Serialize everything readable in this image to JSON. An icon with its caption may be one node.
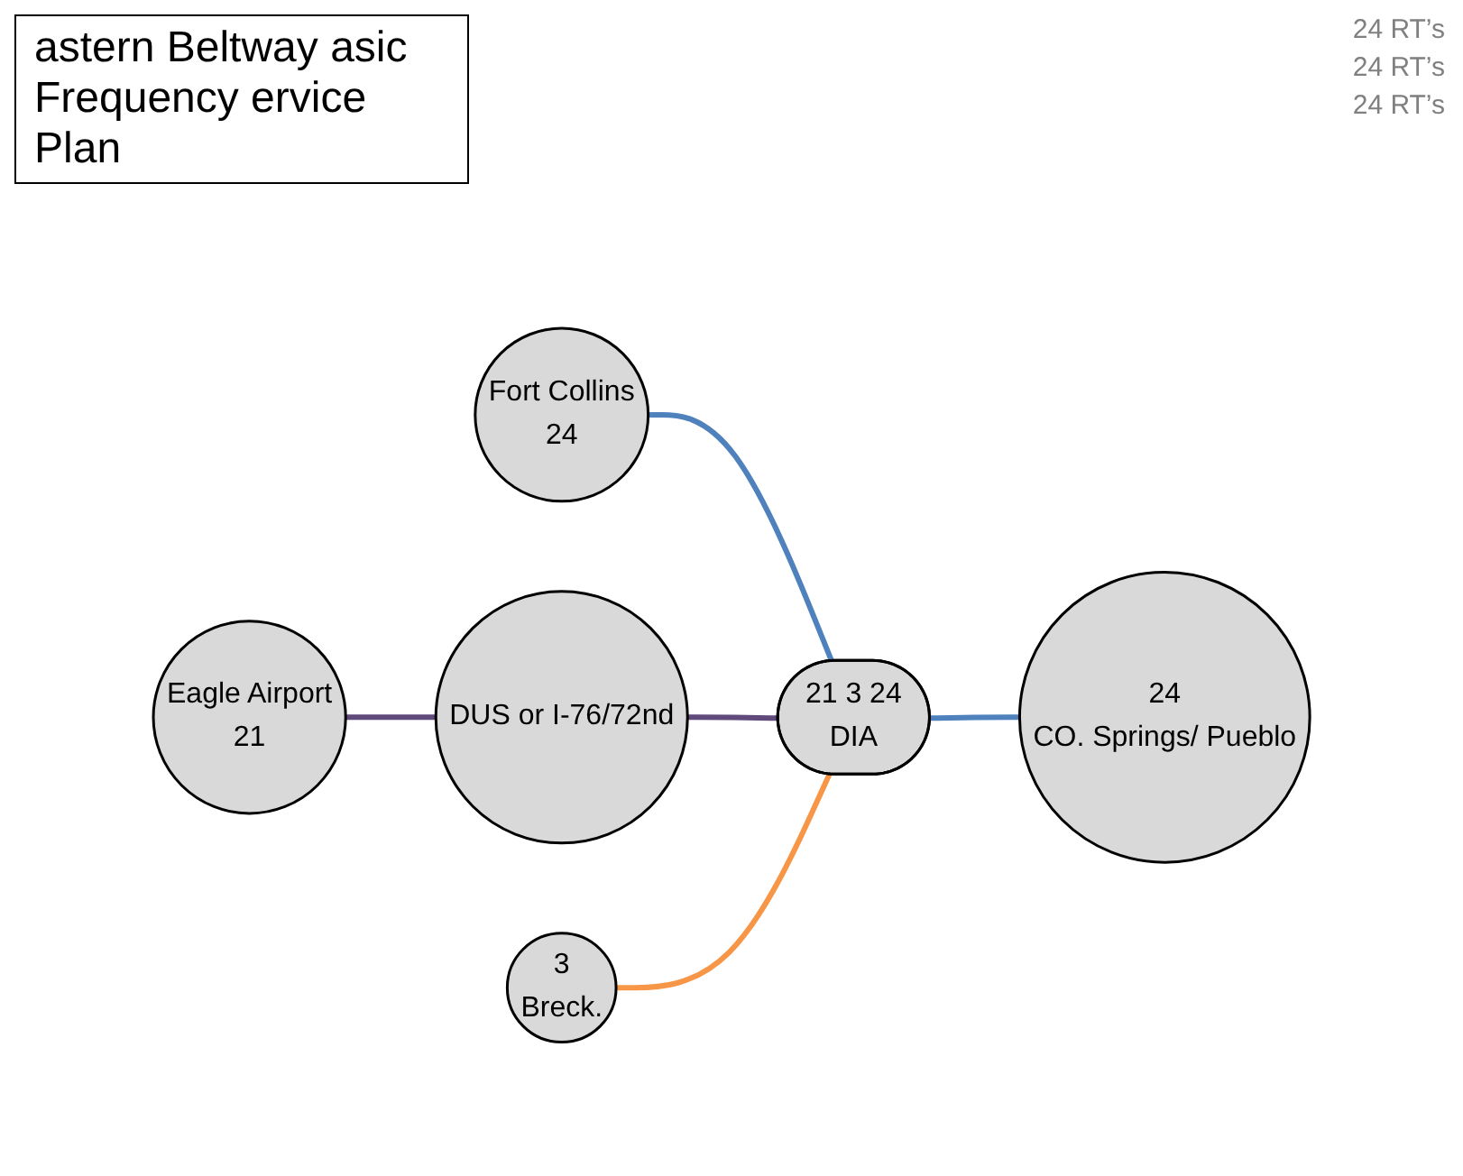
{
  "diagram": {
    "title": "astern Beltway asic Frequency ervice Plan",
    "nodes": [
      {
        "text": [
          "Fort Collins",
          "24"
        ]
      },
      {
        "text": [
          "21 3 24",
          "DIA"
        ]
      },
      {
        "text": [
          "DUS or I-76/72nd"
        ]
      },
      {
        "text": [
          "Eagle Airport",
          "21"
        ]
      },
      {
        "text": [
          "3",
          "Breck."
        ]
      },
      {
        "text": [
          "24",
          "CO. Springs/ Pueblo"
        ]
      }
    ],
    "edges": [
      {
        "from": 0,
        "to": 1,
        "arrow": "none",
        "color": "#4f81bd"
      },
      {
        "from": 3,
        "to": 2,
        "arrow": "none",
        "color": "#604a7b"
      },
      {
        "from": 2,
        "to": 1,
        "arrow": "none",
        "color": "#604a7b"
      },
      {
        "from": 4,
        "to": 1,
        "arrow": "none",
        "color": "#f79646"
      },
      {
        "from": 1,
        "to": 5,
        "arrow": "none",
        "color": "#4f81bd"
      }
    ],
    "labels": [
      "24 RT’s",
      "24 RT’s",
      "24 RT’s"
    ]
  }
}
